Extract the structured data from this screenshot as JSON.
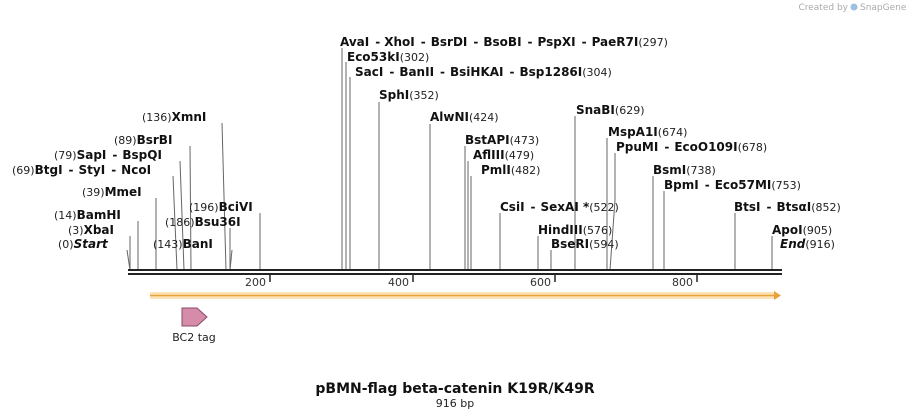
{
  "brand": {
    "prefix": "Created by",
    "name": "SnapGene"
  },
  "map": {
    "title": "pBMN-flag beta-catenin K19R/K49R",
    "length_label": "916 bp",
    "length_bp": 916
  },
  "ruler": {
    "ticks": [
      200,
      400,
      600,
      800
    ]
  },
  "features": [
    {
      "label": "BC2 tag"
    }
  ],
  "sites": [
    {
      "names": [
        "AvaI",
        "XhoI",
        "BsrDI",
        "BsoBI",
        "PspXI",
        "PaeR7I"
      ],
      "pos": "(297)",
      "bp": 297
    },
    {
      "names": [
        "Eco53kI"
      ],
      "pos": "(302)",
      "bp": 302
    },
    {
      "names": [
        "SacI",
        "BanII",
        "BsiHKAI",
        "Bsp1286I"
      ],
      "pos": "(304)",
      "bp": 304
    },
    {
      "names": [
        "SphI"
      ],
      "pos": "(352)",
      "bp": 352
    },
    {
      "names": [
        "AlwNI"
      ],
      "pos": "(424)",
      "bp": 424
    },
    {
      "names": [
        "SnaBI"
      ],
      "pos": "(629)",
      "bp": 629
    },
    {
      "names": [
        "BstAPI"
      ],
      "pos": "(473)",
      "bp": 473
    },
    {
      "names": [
        "MspA1I"
      ],
      "pos": "(674)",
      "bp": 674
    },
    {
      "names": [
        "AflIII"
      ],
      "pos": "(479)",
      "bp": 479
    },
    {
      "names": [
        "PpuMI",
        "EcoO109I"
      ],
      "pos": "(678)",
      "bp": 678
    },
    {
      "names": [
        "PmlI"
      ],
      "pos": "(482)",
      "bp": 482
    },
    {
      "names": [
        "BsmI"
      ],
      "pos": "(738)",
      "bp": 738
    },
    {
      "names": [
        "BpmI",
        "Eco57MI"
      ],
      "pos": "(753)",
      "bp": 753
    },
    {
      "names": [
        "CsiI",
        "SexAI *"
      ],
      "pos": "(522)",
      "bp": 522
    },
    {
      "names": [
        "BtsI",
        "BtsαI"
      ],
      "pos": "(852)",
      "bp": 852
    },
    {
      "names": [
        "HindIII"
      ],
      "pos": "(576)",
      "bp": 576
    },
    {
      "names": [
        "ApoI"
      ],
      "pos": "(905)",
      "bp": 905
    },
    {
      "names": [
        "BseRI"
      ],
      "pos": "(594)",
      "bp": 594
    },
    {
      "names": [
        "End"
      ],
      "pos": "(916)",
      "bp": 916,
      "italic": true
    },
    {
      "names": [
        "XmnI"
      ],
      "pos": "(136)",
      "bp": 136
    },
    {
      "names": [
        "BsrBI"
      ],
      "pos": "(89)",
      "bp": 89
    },
    {
      "names": [
        "SapI",
        "BspQI"
      ],
      "pos": "(79)",
      "bp": 79
    },
    {
      "names": [
        "BtgI",
        "StyI",
        "NcoI"
      ],
      "pos": "(69)",
      "bp": 69
    },
    {
      "names": [
        "MmeI"
      ],
      "pos": "(39)",
      "bp": 39
    },
    {
      "names": [
        "BciVI"
      ],
      "pos": "(196)",
      "bp": 196
    },
    {
      "names": [
        "BamHI"
      ],
      "pos": "(14)",
      "bp": 14
    },
    {
      "names": [
        "Bsu36I"
      ],
      "pos": "(186)",
      "bp": 186
    },
    {
      "names": [
        "XbaI"
      ],
      "pos": "(3)",
      "bp": 3
    },
    {
      "names": [
        "Start"
      ],
      "pos": "(0)",
      "bp": 0,
      "italic": true
    },
    {
      "names": [
        "BanI"
      ],
      "pos": "(143)",
      "bp": 143
    }
  ]
}
